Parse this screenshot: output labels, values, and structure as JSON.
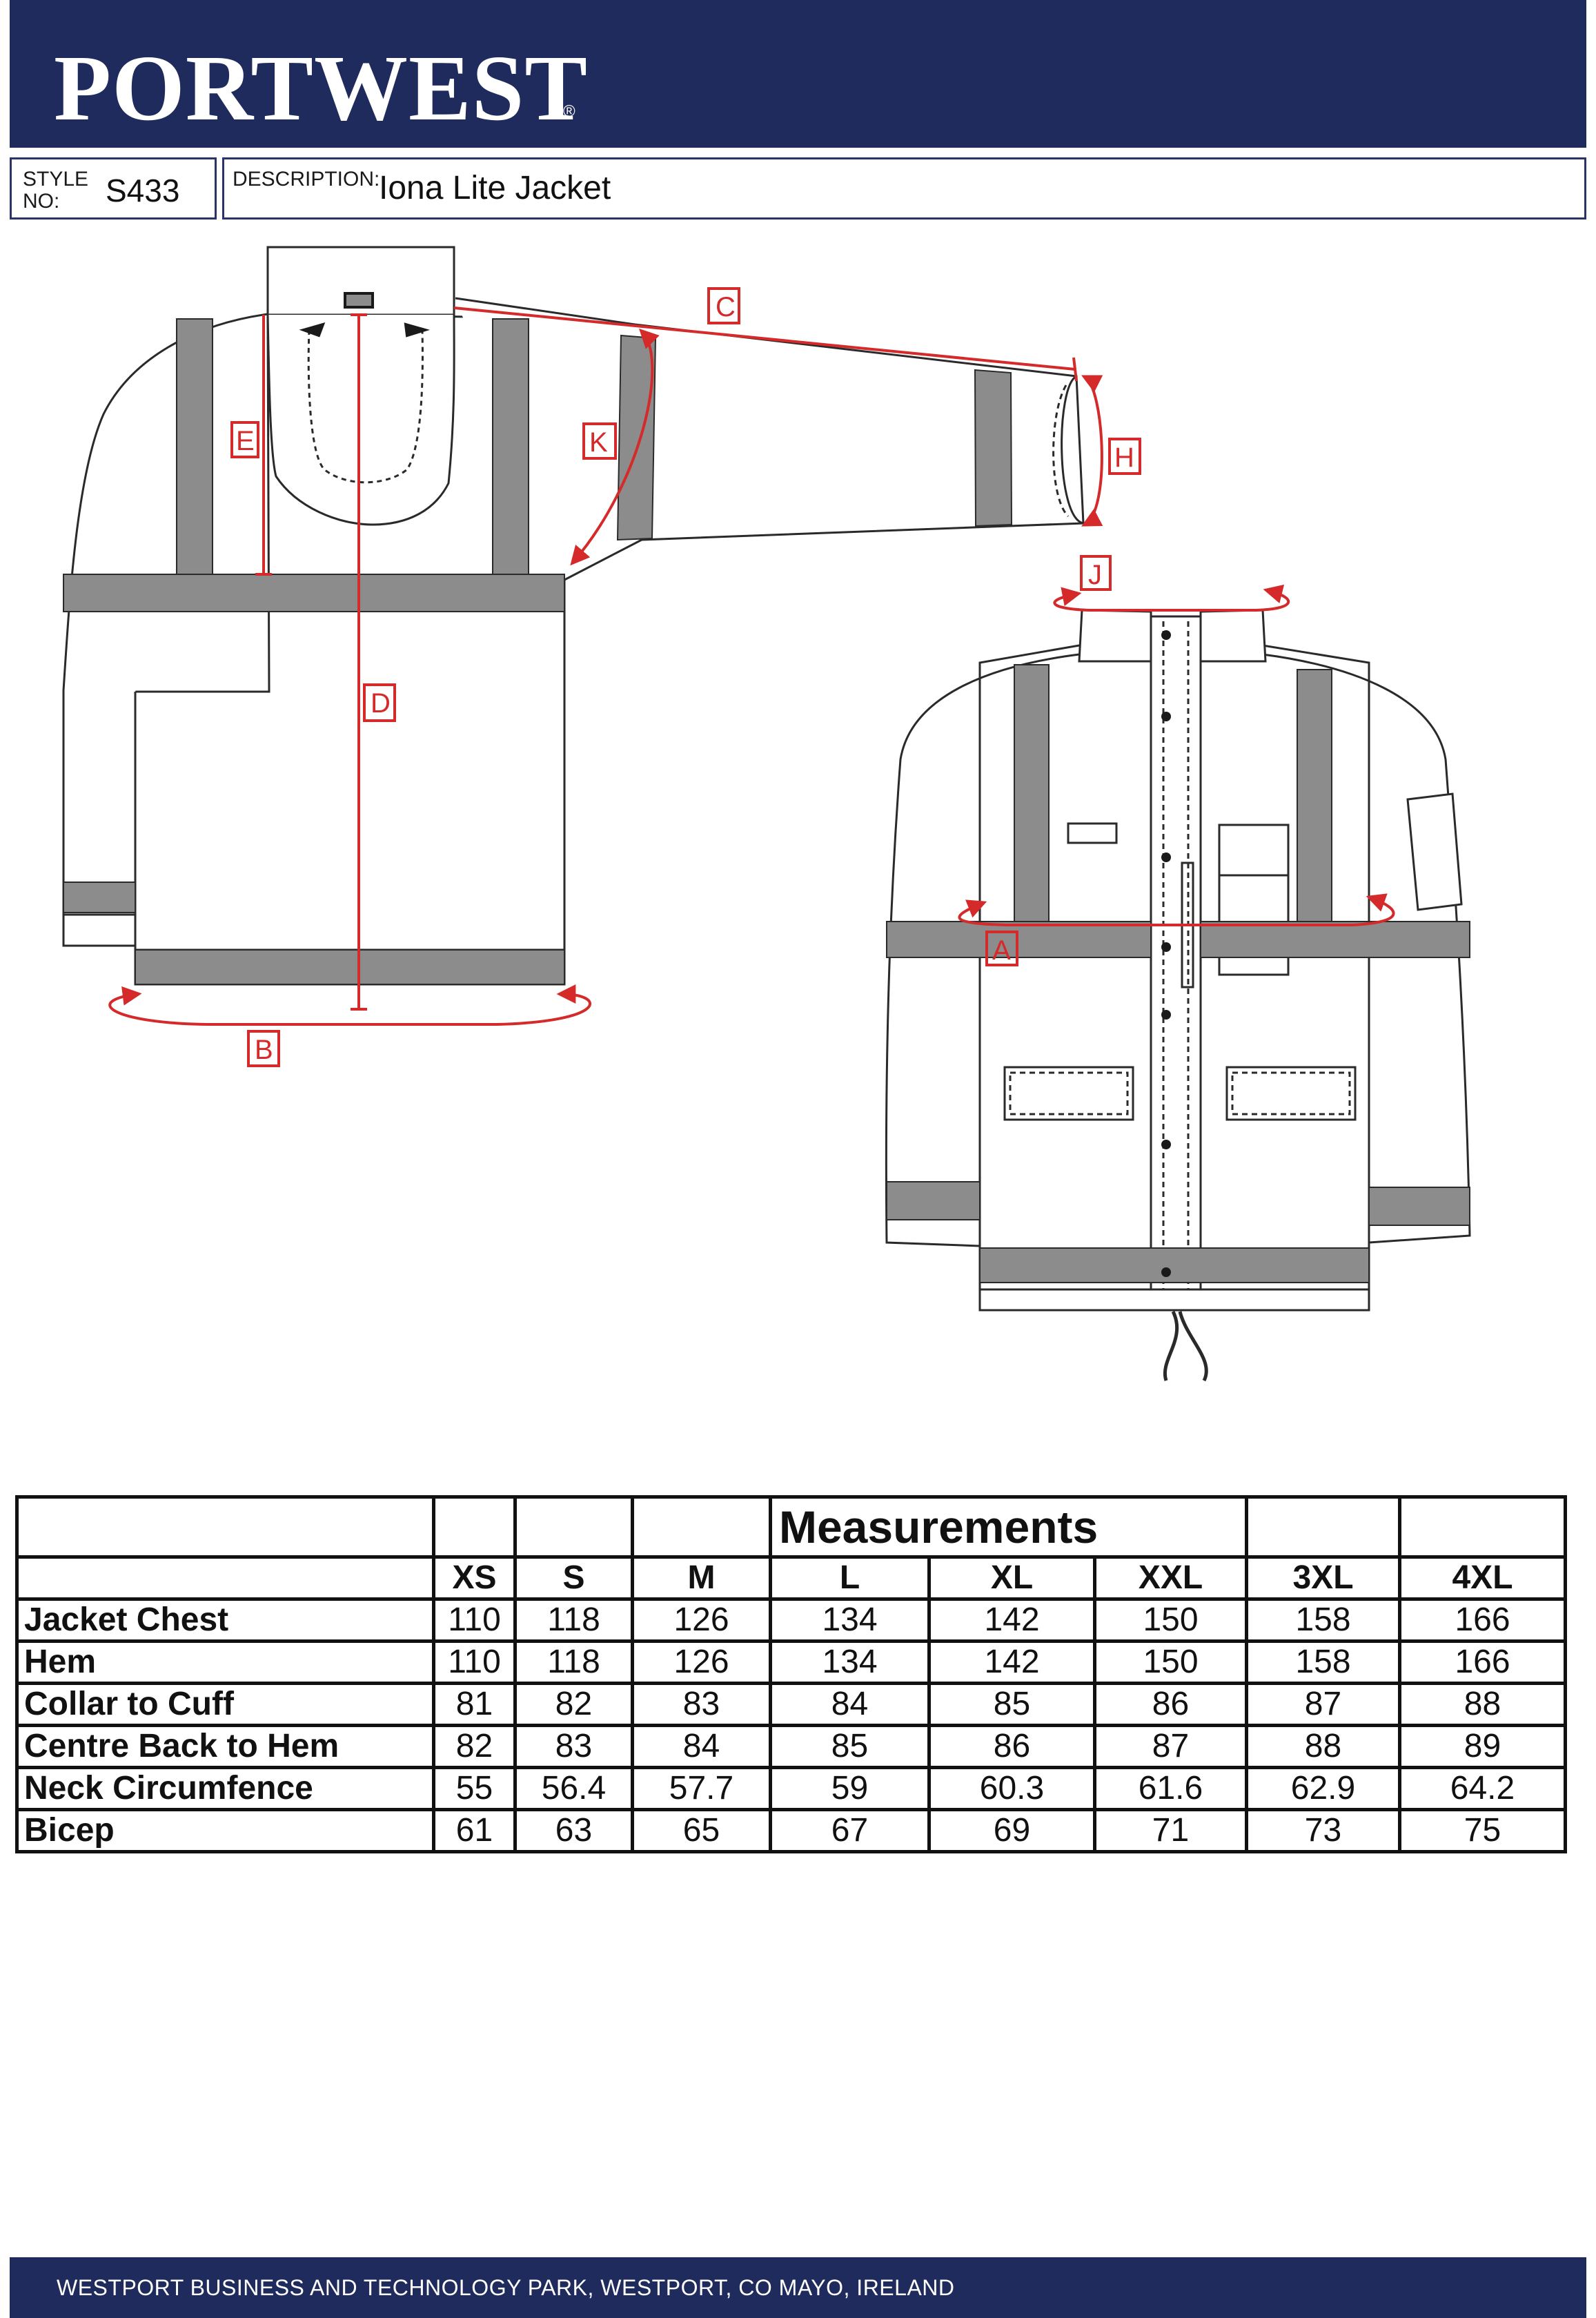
{
  "header": {
    "brand": "PORTWEST",
    "brand_mark": "®"
  },
  "info": {
    "style_label_line1": "STYLE",
    "style_label_line2": "NO:",
    "style_no": "S433",
    "description_label": "DESCRIPTION:",
    "description": "Iona Lite Jacket"
  },
  "drawing": {
    "callouts": {
      "a": "A",
      "b": "B",
      "c": "C",
      "d": "D",
      "e": "E",
      "h": "H",
      "j": "J",
      "k": "K"
    },
    "colors": {
      "outline": "#2a2a2a",
      "reflective_tape": "#8c8c8c",
      "callout": "#d42a2a"
    }
  },
  "table": {
    "title": "Measurements",
    "sizes": [
      "XS",
      "S",
      "M",
      "L",
      "XL",
      "XXL",
      "3XL",
      "4XL"
    ],
    "rows": [
      {
        "label": "Jacket Chest",
        "values": [
          "110",
          "118",
          "126",
          "134",
          "142",
          "150",
          "158",
          "166"
        ]
      },
      {
        "label": "Hem",
        "values": [
          "110",
          "118",
          "126",
          "134",
          "142",
          "150",
          "158",
          "166"
        ]
      },
      {
        "label": "Collar to Cuff",
        "values": [
          "81",
          "82",
          "83",
          "84",
          "85",
          "86",
          "87",
          "88"
        ]
      },
      {
        "label": "Centre Back to Hem",
        "values": [
          "82",
          "83",
          "84",
          "85",
          "86",
          "87",
          "88",
          "89"
        ]
      },
      {
        "label": "Neck Circumfence",
        "values": [
          "55",
          "56.4",
          "57.7",
          "59",
          "60.3",
          "61.6",
          "62.9",
          "64.2"
        ]
      },
      {
        "label": "Bicep",
        "values": [
          "61",
          "63",
          "65",
          "67",
          "69",
          "71",
          "73",
          "75"
        ]
      }
    ]
  },
  "footer": {
    "address": "WESTPORT BUSINESS AND TECHNOLOGY PARK, WESTPORT, CO MAYO, IRELAND"
  }
}
